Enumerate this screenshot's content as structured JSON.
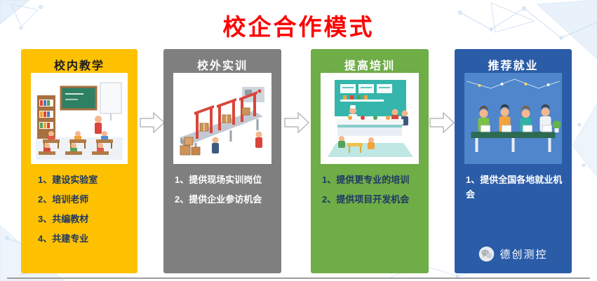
{
  "title": "校企合作模式",
  "cards": [
    {
      "header": "校内教学",
      "items": [
        "1、建设实验室",
        "2、培训老师",
        "3、共编教材",
        "4、共建专业"
      ],
      "bg_color": "#FEC101",
      "header_color": "#1C1C1C",
      "text_color": "#1F3864",
      "illustration": "classroom-illustration"
    },
    {
      "header": "校外实训",
      "items": [
        "1、提供现场实训岗位",
        "2、提供企业参访机会"
      ],
      "bg_color": "#7F7F7F",
      "header_color": "#FFFFFF",
      "text_color": "#FFFFFF",
      "illustration": "factory-training-illustration"
    },
    {
      "header": "提高培训",
      "items": [
        "1、提供更专业的培训",
        "2、提供项目开发机会"
      ],
      "bg_color": "#6FAD47",
      "header_color": "#FFFFFF",
      "text_color": "#1F3864",
      "illustration": "restaurant-training-illustration"
    },
    {
      "header": "推荐就业",
      "items": [
        "1、提供全国各地就业机会"
      ],
      "bg_color": "#2B5CA8",
      "header_color": "#FFFFFF",
      "text_color": "#FFFFFF",
      "illustration": "office-employment-illustration"
    }
  ],
  "footer": {
    "brand": "德创测控"
  },
  "colors": {
    "title": "#FE0000",
    "background": "#FFFFFF",
    "arrow_fill": "#FFFFFF",
    "arrow_stroke": "#B9B9B9",
    "decor_blue": "#DCEBF8",
    "divider": "#9D9D9D"
  },
  "icons": {
    "arrow": "arrow-right-icon",
    "wechat": "wechat-icon"
  }
}
